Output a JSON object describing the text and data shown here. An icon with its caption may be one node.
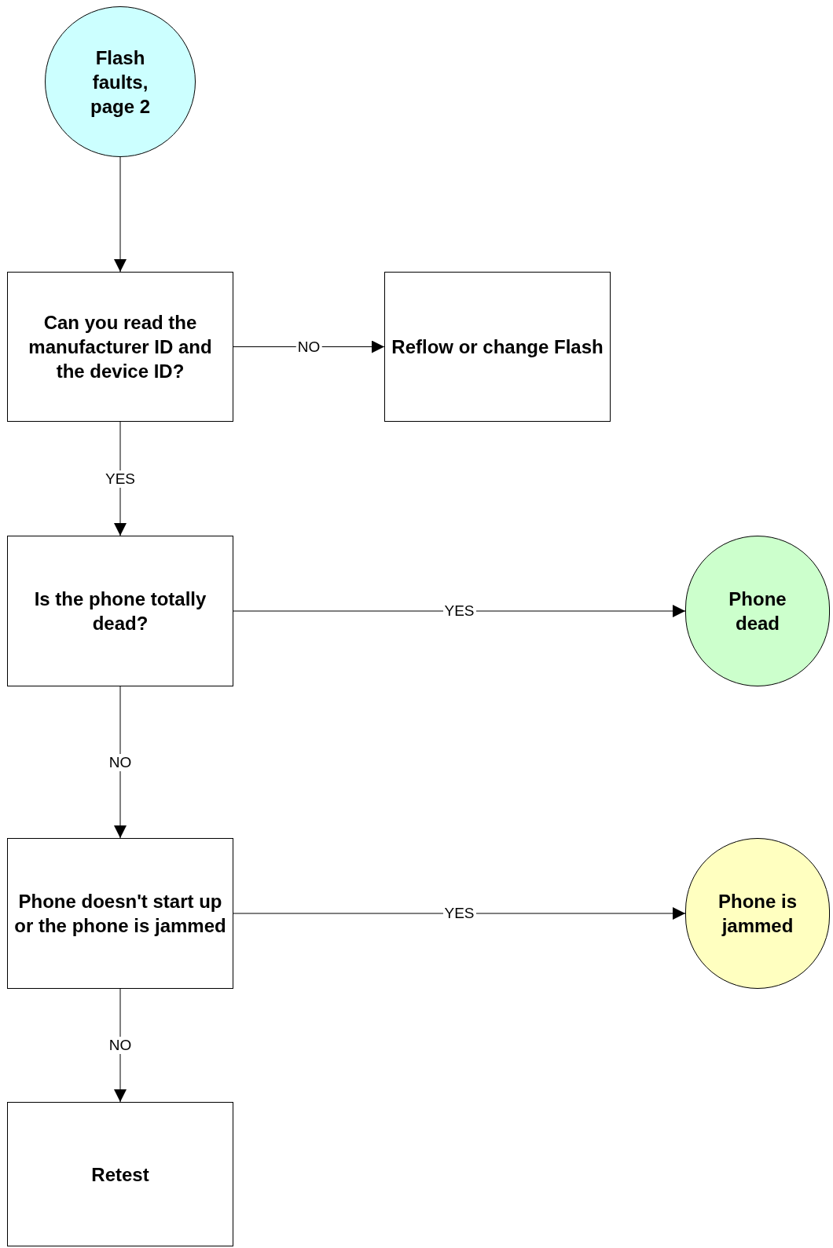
{
  "diagram": {
    "nodes": [
      {
        "text": [
          "Flash faults, page 2"
        ]
      },
      {
        "text": [
          "Can you read the manufacturer ID and the device ID?"
        ]
      },
      {
        "text": [
          "Reflow or change Flash"
        ]
      },
      {
        "text": [
          "Is the phone totally dead?"
        ]
      },
      {
        "text": [
          "Phone dead"
        ]
      },
      {
        "text": [
          "Phone doesn't start up or the phone is jammed"
        ]
      },
      {
        "text": [
          "Phone is jammed"
        ]
      },
      {
        "text": [
          "Retest"
        ]
      }
    ],
    "edges": [
      {
        "from": 0,
        "to": 1,
        "arrow": "to"
      },
      {
        "from": 1,
        "to": 2,
        "arrow": "to",
        "label": "NO"
      },
      {
        "from": 1,
        "to": 3,
        "arrow": "to",
        "label": "YES"
      },
      {
        "from": 3,
        "to": 4,
        "arrow": "to",
        "label": "YES"
      },
      {
        "from": 3,
        "to": 5,
        "arrow": "to",
        "label": "NO"
      },
      {
        "from": 5,
        "to": 6,
        "arrow": "to",
        "label": "YES"
      },
      {
        "from": 5,
        "to": 7,
        "arrow": "to",
        "label": "NO"
      }
    ]
  }
}
